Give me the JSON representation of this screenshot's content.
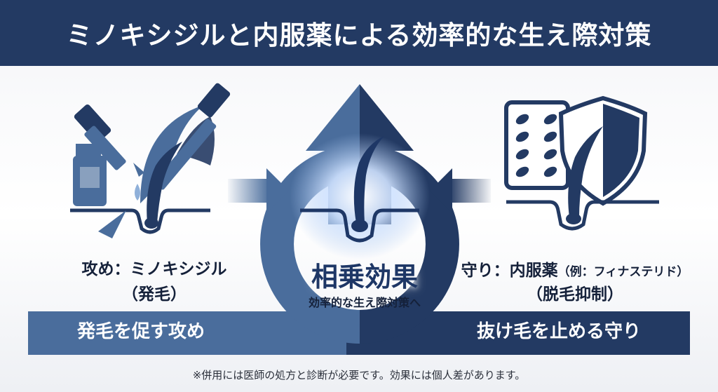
{
  "title": "ミノキシジルと内服薬による効率的な生え際対策",
  "left": {
    "label": "攻め：ミノキシジル",
    "sub": "（発毛）",
    "band": "発毛を促す攻め"
  },
  "right": {
    "label_main": "守り：内服薬",
    "label_example": "（例：フィナステリド）",
    "sub": "（脱毛抑制）",
    "band": "抜け毛を止める守り"
  },
  "center": {
    "title": "相乗効果",
    "sub": "効率的な生え際対策へ"
  },
  "footnote": "※併用には医師の処方と診断が必要です。効果には個人差があります。",
  "colors": {
    "navy": "#233a63",
    "steel_blue": "#4a6d9c",
    "light_blue": "#8fb0d9"
  },
  "icons": [
    "dropper-icon",
    "bottle-icon",
    "hair-follicle-icon",
    "up-arrow-icon",
    "pill-pack-icon",
    "shield-icon",
    "right-arrow-icon",
    "left-arrow-icon"
  ]
}
